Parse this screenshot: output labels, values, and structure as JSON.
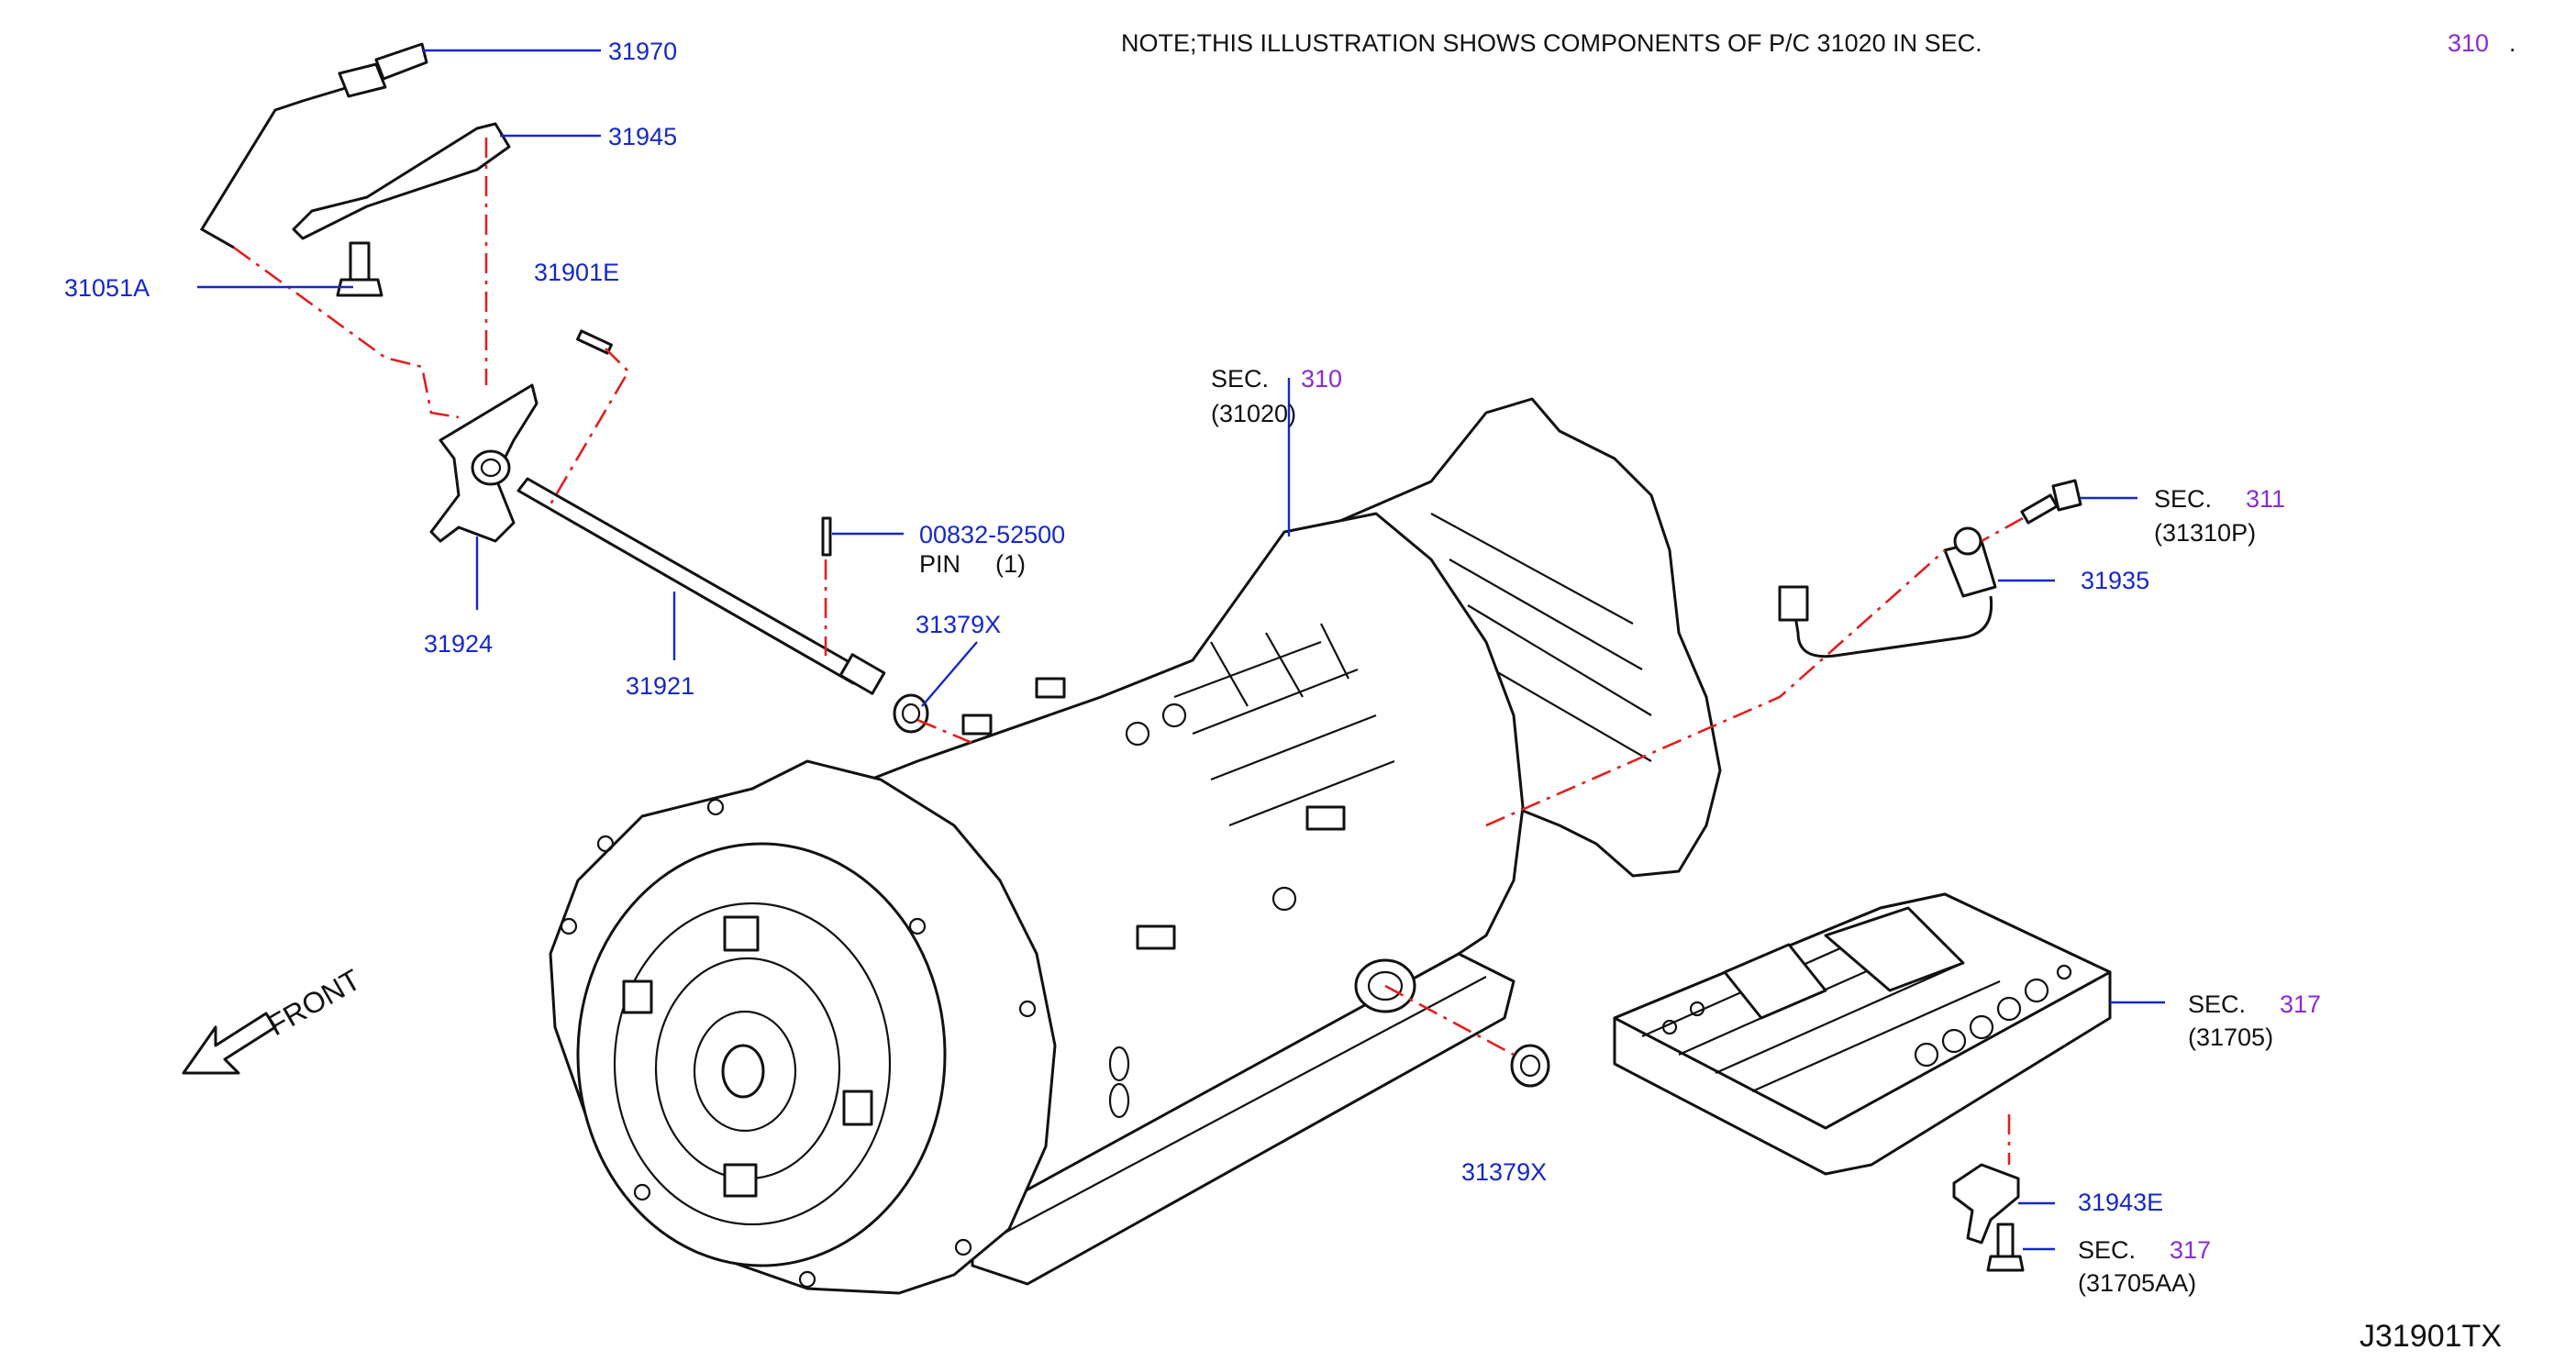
{
  "note": {
    "text": "NOTE;THIS  ILLUSTRATION  SHOWS  COMPONENTS  OF  P/C  31020  IN  SEC.",
    "sec": "310",
    "dot": "."
  },
  "ref_code": "J31901TX",
  "front_label": "FRONT",
  "parts": {
    "p31970": "31970",
    "p31945": "31945",
    "p31051A": "31051A",
    "p31901E": "31901E",
    "p31924": "31924",
    "p31921": "31921",
    "p00832": "00832-52500",
    "pin_label": "PIN",
    "pin_qty": "(1)",
    "p31379X_top": "31379X",
    "p31379X_bottom": "31379X",
    "p31935": "31935",
    "p31943E": "31943E"
  },
  "sections": {
    "trans": {
      "prefix": "SEC.",
      "sec": "310",
      "code": "(31020)"
    },
    "sensor": {
      "prefix": "SEC.",
      "sec": "311",
      "code": "(31310P)"
    },
    "valve": {
      "prefix": "SEC.",
      "sec": "317",
      "code": "(31705)"
    },
    "bolt": {
      "prefix": "SEC.",
      "sec": "317",
      "code": "(31705AA)"
    }
  }
}
